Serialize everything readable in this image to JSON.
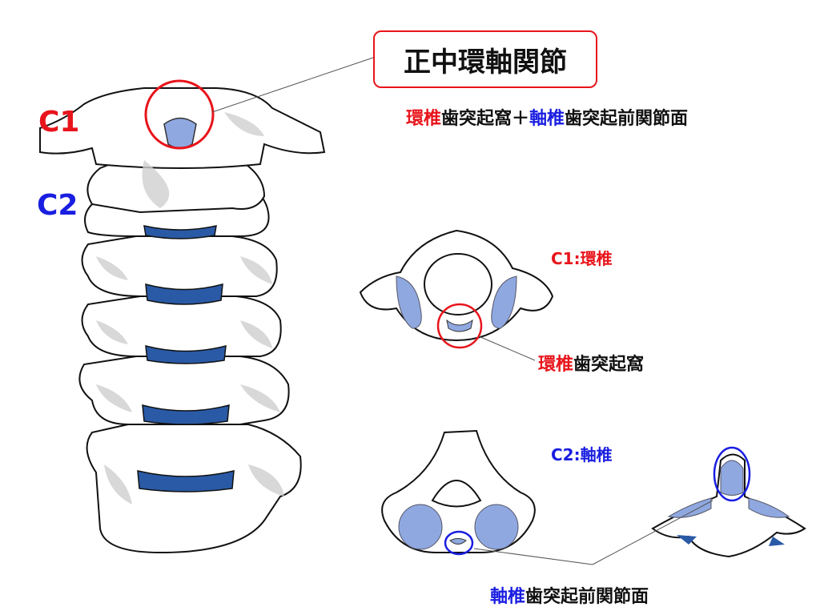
{
  "title": "正中環軸関節",
  "spine_labels": {
    "c1": "C1",
    "c2": "C2"
  },
  "joint_formula": {
    "part1": "環椎",
    "part2": "歯突起窩＋",
    "part3": "軸椎",
    "part4": "歯突起前関節面"
  },
  "c1_view": {
    "label": "C1:環椎",
    "annotation_colored": "環椎",
    "annotation_rest": "歯突起窩"
  },
  "c2_view": {
    "label": "C2:軸椎",
    "annotation_colored": "軸椎",
    "annotation_rest": "歯突起前関節面"
  },
  "colors": {
    "red": "#e8141b",
    "blue": "#1a1ee0",
    "disc": "#2a5aa6",
    "facet": "#8fa8e0"
  }
}
